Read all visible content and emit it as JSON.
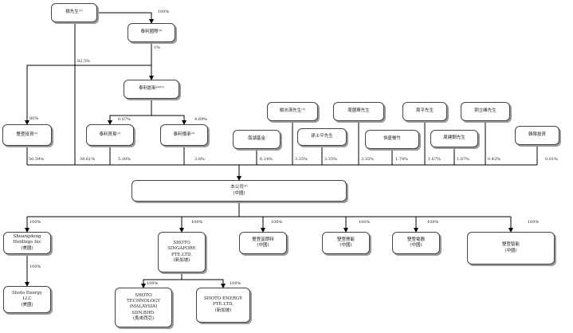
{
  "nodes": {
    "mr_yi": "楊先生⁽¹⁾",
    "taili_holding": "泰利國際⁽³⁾",
    "taili_venture": "泰利創新⁽⁴⁾⁽⁵⁾",
    "taili_trade": "泰利貿易⁽²⁾",
    "taili_heritage": "泰利傳承⁽²⁾",
    "shuangdeng_invest": "雙登投資⁽²⁾",
    "nanhu_fund": "南湖基金",
    "mr_sun": "孫士平先生",
    "mr_yang_sq": "楊水清先生⁽³⁾",
    "mr_zhou": "周國華先生",
    "hengsheng": "恒盛餐竹",
    "mr_zhou_ping": "周平先生",
    "mr_zhou_jg": "周建鋼先生",
    "mr_liu": "劉立峰先生",
    "jingjiang_invest": "韓陽投資",
    "company": [
      "本公司⁽⁴⁾",
      "(中國)"
    ],
    "sub_us": [
      "Shuangdeng",
      "Holdings Inc",
      "(美國)"
    ],
    "sub_shoto_sg": [
      "SHOTO",
      "SINGAPORE",
      "PTE.LTD.",
      "(新加坡)"
    ],
    "sub_fuchang": [
      "雙登富朗特",
      "(中國)"
    ],
    "sub_lithium": [
      "雙登鋰能",
      "(中國)"
    ],
    "sub_electric": [
      "雙登電器",
      "(中國)"
    ],
    "sub_bright": [
      "雙登智能",
      "(中國)"
    ],
    "sub_energy_llc": [
      "Shoto Energy",
      "LLC",
      "(美國)"
    ],
    "sub_shoto_tech": [
      "SHOTO",
      "TECHNOLOGY",
      "(MALAYSIA)",
      "SDN.BHD.",
      "(馬來西亞)"
    ],
    "sub_shoto_energy_sg": [
      "SHOTO ENERGY",
      "PTE.LTD.",
      "(新加坡)"
    ]
  },
  "percentages": {
    "yi_to_holding": "100%",
    "holding_to_venture": "1%",
    "yi_to_company": "82.5%",
    "yi_to_invest": "80%",
    "venture_to_trade": "0.07%",
    "venture_to_heritage": "4.69%",
    "invest_company": "50.59%",
    "yi_direct_company": "38.61%",
    "trade_company": "5.30%",
    "heritage_company": "3.8%",
    "nanhu_company": "6.14%",
    "yang_company": "3.35%",
    "sun_company": "3.35%",
    "zhou_company": "3.35%",
    "hengsheng_company": "1.74%",
    "zhou_ping_company": "1.67%",
    "zhou_jg_company": "1.67%",
    "liu_company": "0.42%",
    "jingjiang_company": "0.01%",
    "company_us": "100%",
    "company_sg": "100%",
    "company_fuchang": "100%",
    "company_lithium": "100%",
    "company_electric": "100%",
    "company_bright": "100%",
    "us_llc": "100%",
    "sg_tech": "100%",
    "sg_energy": "100%"
  }
}
